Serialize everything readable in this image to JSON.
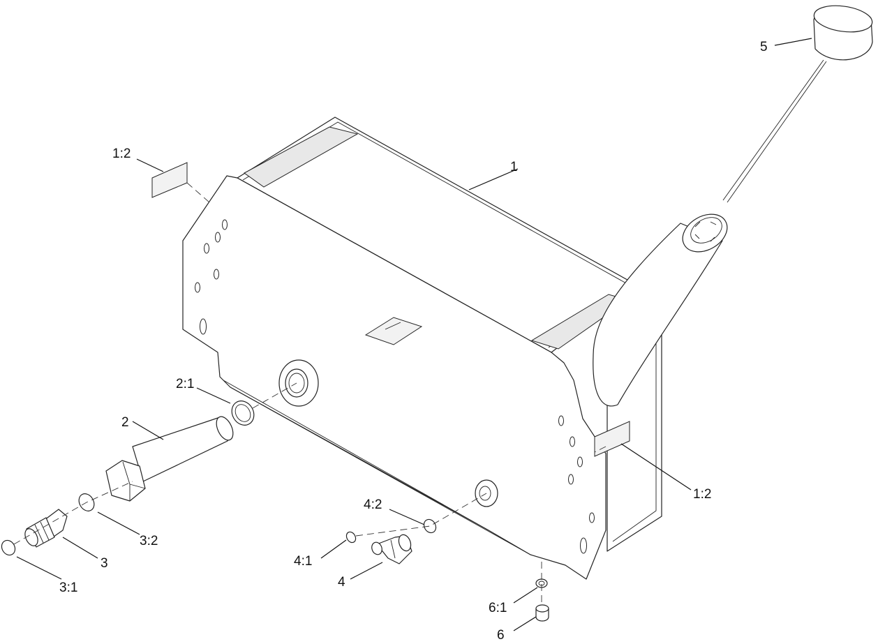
{
  "callouts": {
    "c1": "1",
    "c1_2_top": "1:2",
    "c1_2_right": "1:2",
    "c2": "2",
    "c2_1": "2:1",
    "c3": "3",
    "c3_1": "3:1",
    "c3_2": "3:2",
    "c4": "4",
    "c4_1": "4:1",
    "c4_2": "4:2",
    "c5": "5",
    "c6": "6",
    "c6_1": "6:1"
  }
}
